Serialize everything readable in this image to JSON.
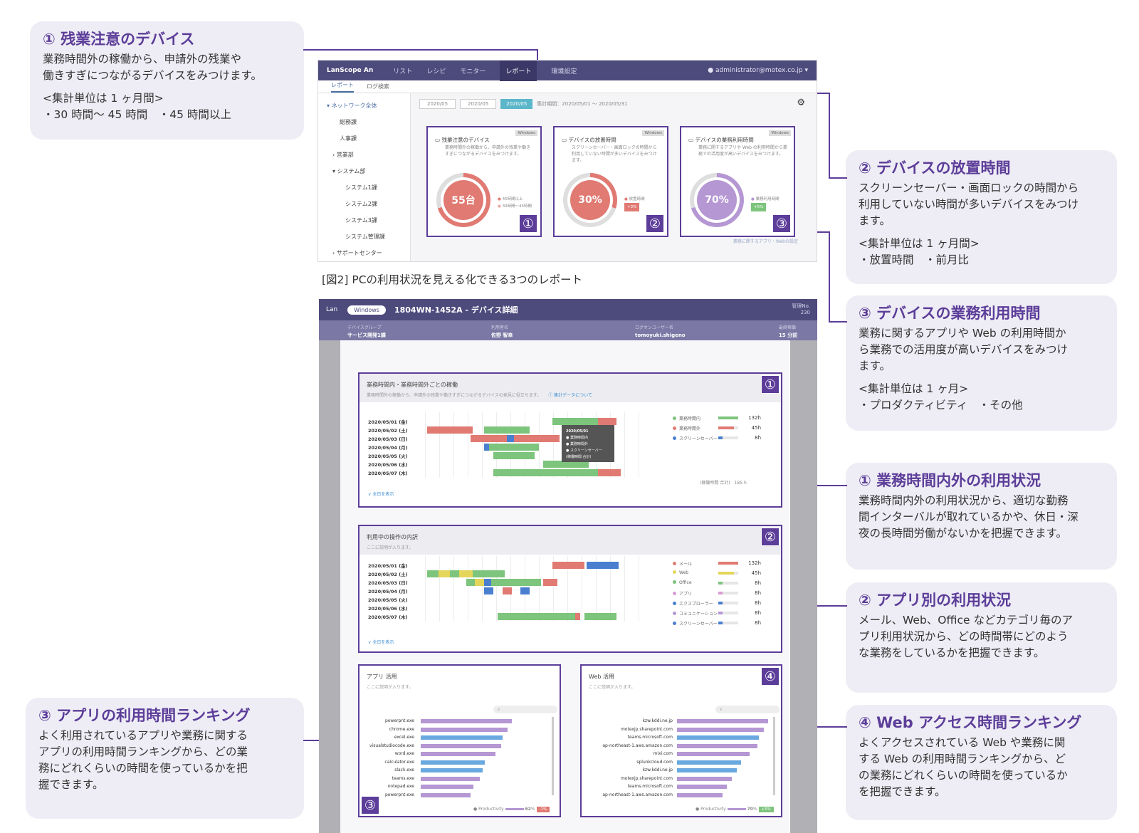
{
  "callouts": {
    "c1": {
      "title": "① 残業注意のデバイス",
      "line1": "業務時間外の稼働から、申請外の残業や",
      "line2": "働きすぎにつながるデバイスをみつけます。",
      "unit": "<集計単位は 1 ヶ月間>",
      "items": "・30 時間〜 45 時間　・45 時間以上"
    },
    "c2": {
      "title": "② デバイスの放置時間",
      "line1": "スクリーンセーバー・画面ロックの時間から",
      "line2": "利用していない時間が多いデバイスをみつけ",
      "line3": "ます。",
      "unit": "<集計単位は 1 ヶ月間>",
      "items": "・放置時間　・前月比"
    },
    "c3": {
      "title": "③ デバイスの業務利用時間",
      "line1": "業務に関するアプリや Web の利用時間か",
      "line2": "ら業務での活用度が高いデバイスをみつけ",
      "line3": "ます。",
      "unit": "<集計単位は 1 ヶ月>",
      "items": "・プロダクティビティ　・その他"
    },
    "c4": {
      "title": "① 業務時間内外の利用状況",
      "line1": "業務時間内外の利用状況から、適切な勤務",
      "line2": "間インターバルが取れているかや、休日・深",
      "line3": "夜の長時間労働がないかを把握できます。"
    },
    "c5": {
      "title": "② アプリ別の利用状況",
      "line1": "メール、Web、Office などカテゴリ毎のア",
      "line2": "プリ利用状況から、どの時間帯にどのよう",
      "line3": "な業務をしているかを把握できます。"
    },
    "c6": {
      "title": "③ アプリの利用時間ランキング",
      "line1": "よく利用されているアプリや業務に関する",
      "line2": "アプリの利用時間ランキングから、どの業",
      "line3": "務にどれくらいの時間を使っているかを把",
      "line4": "握できます。"
    },
    "c7": {
      "title": "④ Web アクセス時間ランキング",
      "line1": "よくアクセスされている Web や業務に関",
      "line2": "する Web の利用時間ランキングから、ど",
      "line3": "の業務にどれくらいの時間を使っているか",
      "line4": "を把握できます。"
    }
  },
  "caption": "[図2] PCの利用状況を見える化できる3つのレポート",
  "shot1": {
    "brand": "LanScope An",
    "menu": [
      "リスト",
      "レシピ",
      "モニター",
      "レポート",
      "環境設定"
    ],
    "active_menu": "レポート",
    "user": "administrator@motex.co.jp",
    "tabs": [
      "レポート",
      "ログ検索"
    ],
    "sidebar": [
      "ネットワーク全体",
      "総務課",
      "人事課",
      "営業部",
      "システム部",
      "システム1課",
      "システム2課",
      "システム3課",
      "システム管理課",
      "サポートセンター"
    ],
    "filter": {
      "from": "2020/05",
      "to": "2020/05",
      "button": "2020/05",
      "range": "集計期間：2020/05/01 〜 2020/05/31"
    },
    "cards": [
      {
        "title": "残業注意のデバイス",
        "desc": "業務時間外の稼働から、申請外の残業や働きすぎにつながるデバイスをみつけます。",
        "tag": "Windows",
        "value": "55台",
        "percent": 70,
        "color": "#e07a72",
        "track": "#dedede",
        "legend": [
          "45時間以上",
          "30時間〜45時間"
        ],
        "number": "①"
      },
      {
        "title": "デバイスの放置時間",
        "desc": "スクリーンセーバー・画面ロックの時間から利用していない時間が多いデバイスをみつけます。",
        "tag": "Windows",
        "value": "30%",
        "percent": 30,
        "color": "#e07a72",
        "track": "#dedede",
        "legend": [
          "放置時間"
        ],
        "pill": "+3%",
        "pill_color": "#e07a72",
        "number": "②"
      },
      {
        "title": "デバイスの業務利用時間",
        "desc": "業務に関するアプリや Web の利用時間から業務での活用度が高いデバイスをみつけます。",
        "tag": "Windows",
        "value": "70%",
        "percent": 70,
        "color": "#b597d3",
        "track": "#dedede",
        "legend": [
          "業務利用時間"
        ],
        "pill": "+5%",
        "pill_color": "#7dc47c",
        "number": "③"
      }
    ],
    "link": "業務に関するアプリ・Webの設定"
  },
  "shot2": {
    "os": "Windows",
    "title": "1804WN-1452A - デバイス詳細",
    "left_fragment": "Lan",
    "serial_label": "管理No.",
    "serial": "230",
    "info": [
      {
        "label": "デバイスグループ",
        "value": "サービス開発1課"
      },
      {
        "label": "利用者名",
        "value": "佐野 智幸"
      },
      {
        "label": "ログオンユーザー名",
        "value": "tomoyuki.shigeno"
      },
      {
        "label": "最終稼働",
        "value": "15 分前"
      }
    ],
    "panel1": {
      "title": "業務時間内・業務時間外ごとの稼働",
      "sub": "業務時間外の稼働から、申請外の残業や働きすぎにつながるデバイスの発見に役立ちます。",
      "link": "集計データについて",
      "dates": [
        "2020/05/01 (金)",
        "2020/05/02 (土)",
        "2020/05/03 (日)",
        "2020/05/04 (月)",
        "2020/05/05 (火)",
        "2020/05/06 (水)",
        "2020/05/07 (木)"
      ],
      "legend": [
        {
          "name": "業務時間内",
          "value": "132",
          "color": "#7dc47c"
        },
        {
          "name": "業務時間外",
          "value": "45",
          "color": "#e07a72"
        },
        {
          "name": "スクリーンセーバー",
          "value": "8",
          "color": "#4a7fd0"
        }
      ],
      "total": "(稼働時間 合計)　185 h",
      "expand": "全日を表示",
      "tooltip": [
        "2020/05/01",
        "業務時間内",
        "業務時間外",
        "スクリーンセーバー",
        "(稼働時間 合計)"
      ]
    },
    "panel2": {
      "title": "利用中の操作の内訳",
      "sub": "ここに説明が入ります。",
      "dates": [
        "2020/05/01 (金)",
        "2020/05/02 (土)",
        "2020/05/03 (日)",
        "2020/05/04 (月)",
        "2020/05/05 (火)",
        "2020/05/06 (水)",
        "2020/05/07 (木)"
      ],
      "legend": [
        {
          "name": "メール",
          "value": "132",
          "color": "#e07a72"
        },
        {
          "name": "Web",
          "value": "45",
          "color": "#e3d65a"
        },
        {
          "name": "Office",
          "value": "8",
          "color": "#7dc47c"
        },
        {
          "name": "アプリ",
          "value": "8",
          "color": "#d99bd3"
        },
        {
          "name": "エクスプローラー",
          "value": "8",
          "color": "#4a7fd0"
        },
        {
          "name": "コミュニケーション",
          "value": "8",
          "color": "#b597d3"
        },
        {
          "name": "スクリーンセーバー",
          "value": "8",
          "color": "#4a7fd0"
        }
      ],
      "expand": "全日を表示"
    },
    "panel3": {
      "title": "アプリ 活用",
      "sub": "ここに説明が入ります。",
      "items": [
        "powerpnt.exe",
        "chrome.exe",
        "excel.exe",
        "visualstudiocode.exe",
        "word.exe",
        "calculator.exe",
        "slack.exe",
        "teams.exe",
        "notepad.exe",
        "powerpnt.exe"
      ],
      "values": [
        100,
        95,
        90,
        88,
        82,
        70,
        68,
        65,
        58,
        55
      ],
      "foot_label": "Productivity",
      "foot_value": "62",
      "foot_pill": "-1%"
    },
    "panel4": {
      "title": "Web 活用",
      "sub": "ここに説明が入ります。",
      "items": [
        "kzw.kddi.ne.jp",
        "motexjp.sharepoint.com",
        "teams.microsoft.com",
        "ap-northeast-1.aws.amazon.com",
        "mixi.com",
        "splunkcloud.com",
        "kzw.kddi.ne.jp",
        "motexjp.sharepoint.com",
        "teams.microsoft.com",
        "ap-northeast-1.aws.amazon.com"
      ],
      "values": [
        100,
        95,
        90,
        88,
        80,
        70,
        66,
        60,
        55,
        50
      ],
      "foot_label": "Productivity",
      "foot_value": "70",
      "foot_pill": "+5%"
    },
    "numbers": [
      "①",
      "②",
      "③",
      "④"
    ]
  },
  "colors": {
    "accent": "#5c3d99",
    "callout_bg": "#eeedf5",
    "work_in": "#7dc47c",
    "work_out": "#e07a72",
    "screensaver": "#4a7fd0",
    "app_bar": "#b597d3",
    "web_bar": "#b597d3"
  }
}
